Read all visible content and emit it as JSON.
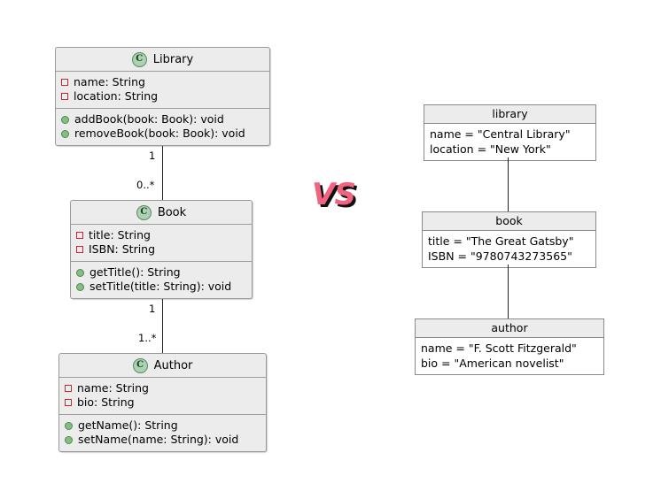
{
  "diagram": {
    "title_badge": "VS",
    "class_diagram": {
      "classes": [
        {
          "icon": "class-icon-c",
          "icon_letter": "C",
          "name": "Library",
          "attributes": [
            {
              "marker": "attribute-square-icon",
              "text": "name: String"
            },
            {
              "marker": "attribute-square-icon",
              "text": "location: String"
            }
          ],
          "methods": [
            {
              "marker": "method-circle-icon",
              "text": "addBook(book: Book): void"
            },
            {
              "marker": "method-circle-icon",
              "text": "removeBook(book: Book): void"
            }
          ]
        },
        {
          "icon": "class-icon-c",
          "icon_letter": "C",
          "name": "Book",
          "attributes": [
            {
              "marker": "attribute-square-icon",
              "text": "title: String"
            },
            {
              "marker": "attribute-square-icon",
              "text": "ISBN: String"
            }
          ],
          "methods": [
            {
              "marker": "method-circle-icon",
              "text": "getTitle(): String"
            },
            {
              "marker": "method-circle-icon",
              "text": "setTitle(title: String): void"
            }
          ]
        },
        {
          "icon": "class-icon-c",
          "icon_letter": "C",
          "name": "Author",
          "attributes": [
            {
              "marker": "attribute-square-icon",
              "text": "name: String"
            },
            {
              "marker": "attribute-square-icon",
              "text": "bio: String"
            }
          ],
          "methods": [
            {
              "marker": "method-circle-icon",
              "text": "getName(): String"
            },
            {
              "marker": "method-circle-icon",
              "text": "setName(name: String): void"
            }
          ]
        }
      ],
      "associations": [
        {
          "from": "Library",
          "to": "Book",
          "source_multiplicity": "1",
          "target_multiplicity": "0..*"
        },
        {
          "from": "Book",
          "to": "Author",
          "source_multiplicity": "1",
          "target_multiplicity": "1..*"
        }
      ]
    },
    "object_diagram": {
      "objects": [
        {
          "name": "library",
          "slots": [
            "name = \"Central Library\"",
            "location = \"New York\""
          ]
        },
        {
          "name": "book",
          "slots": [
            "title = \"The Great Gatsby\"",
            "ISBN = \"9780743273565\""
          ]
        },
        {
          "name": "author",
          "slots": [
            "name = \"F. Scott Fitzgerald\"",
            "bio = \"American novelist\""
          ]
        }
      ],
      "links": [
        {
          "from": "library",
          "to": "book"
        },
        {
          "from": "book",
          "to": "author"
        }
      ]
    }
  },
  "colors": {
    "class_fill": "#ECECEC",
    "class_border": "#999999",
    "class_icon_fill": "#ADD1B2",
    "attribute_marker": "#C82930",
    "method_marker": "#84BE84",
    "object_header_fill": "#ECECEC",
    "object_body_fill": "#FFFFFF",
    "object_border": "#8A8A8A",
    "vs_text": "#F2637F",
    "vs_shadow": "#101010",
    "background": "#FFFFFF"
  }
}
